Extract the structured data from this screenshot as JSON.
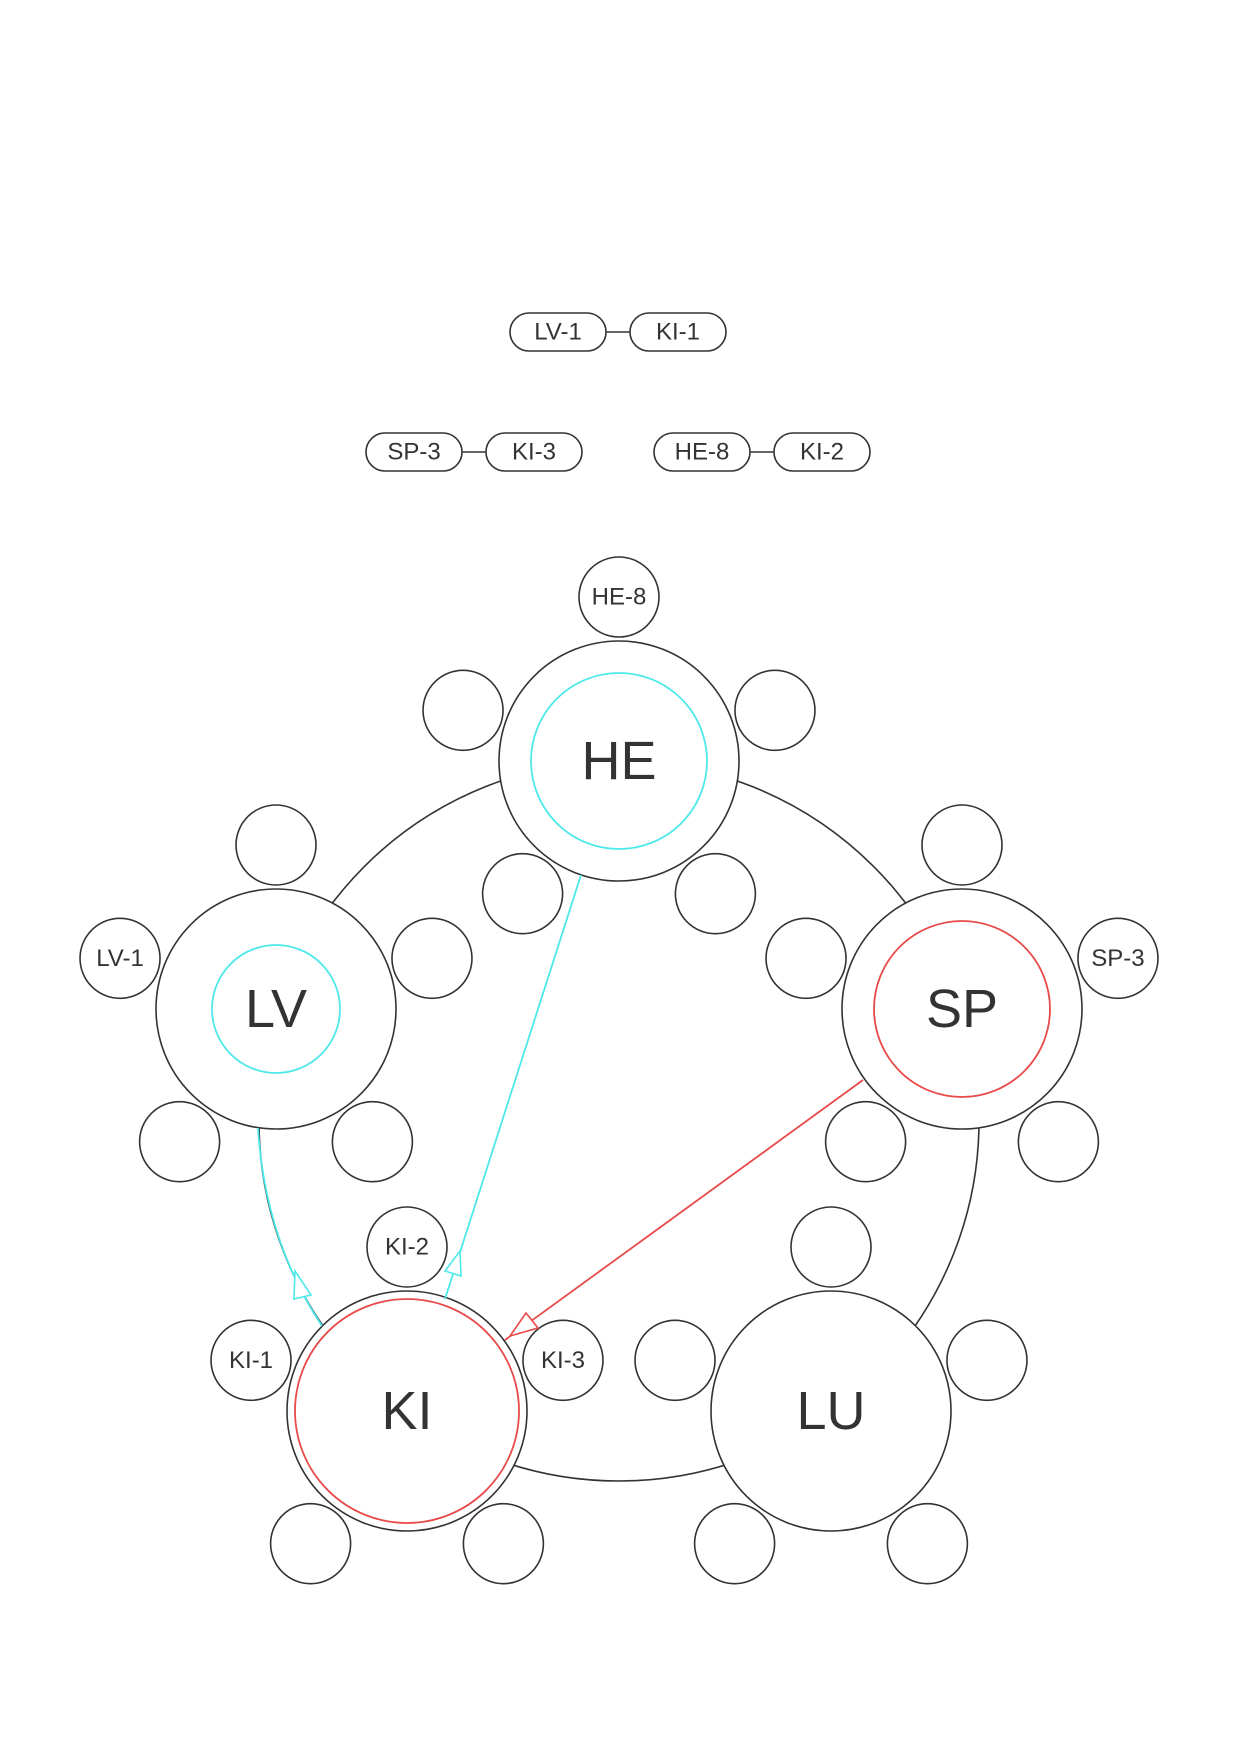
{
  "pairs": [
    {
      "left": "LV-1",
      "right": "KI-1"
    },
    {
      "left": "SP-3",
      "right": "KI-3"
    },
    {
      "left": "HE-8",
      "right": "KI-2"
    }
  ],
  "organs": {
    "HE": {
      "label": "HE",
      "highlight": "#4de8ea",
      "point": "HE-8"
    },
    "LV": {
      "label": "LV",
      "highlight": "#4de8ea",
      "point": "LV-1"
    },
    "SP": {
      "label": "SP",
      "highlight": "#e84a4a",
      "point": "SP-3"
    },
    "KI": {
      "label": "KI",
      "highlight": "#e84a4a",
      "points": [
        "KI-2",
        "KI-1",
        "KI-3"
      ]
    },
    "LU": {
      "label": "LU"
    }
  },
  "colors": {
    "cyan": "#4de8ea",
    "red": "#e84a4a",
    "stroke": "#333333"
  }
}
